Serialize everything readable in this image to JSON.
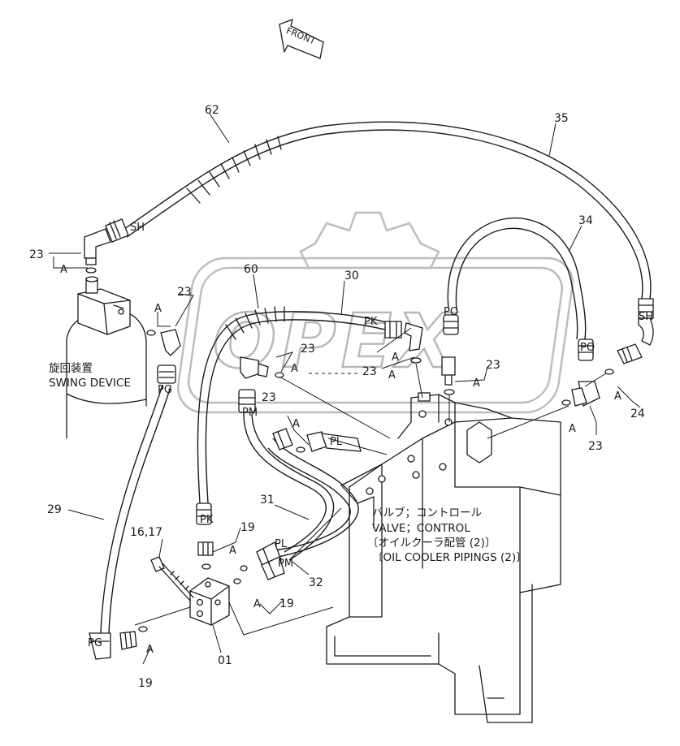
{
  "front_label": "FRONT",
  "watermark_text": "OPEX",
  "swing_device": {
    "jp": "旋回装置",
    "en": "SWING DEVICE"
  },
  "valve_caption": {
    "line1": "バルブ；コントロール",
    "line2": "VALVE；CONTROL",
    "line3": "〔オイルクーラ配管 (2)〕",
    "line4": "〔OIL COOLER PIPINGS (2)〕"
  },
  "part_numbers": {
    "p62": "62",
    "p35": "35",
    "p34": "34",
    "p30": "30",
    "p60": "60",
    "p29": "29",
    "p31": "31",
    "p32": "32",
    "p01": "01",
    "p1617": "16,17",
    "p24": "24",
    "p23a": "23",
    "p23b": "23",
    "p23c": "23",
    "p23d": "23",
    "p23e": "23",
    "p23f": "23",
    "p23g": "23",
    "p19a": "19",
    "p19b": "19",
    "p19c": "19"
  },
  "port_labels": {
    "sh1": "SH",
    "sh2": "SH",
    "pk1": "PK",
    "pk2": "PK",
    "po1": "PO",
    "po2": "PO",
    "pg1": "PG",
    "pg2": "PG",
    "pm1": "PM",
    "pm2": "PM",
    "pl1": "PL",
    "pl2": "PL"
  },
  "oring_labels": {
    "a1": "A",
    "a2": "A",
    "a3": "A",
    "a4": "A",
    "a5": "A",
    "a6": "A",
    "a7": "A",
    "a8": "A",
    "a9": "A",
    "a10": "A",
    "a11": "A",
    "a12": "A"
  }
}
